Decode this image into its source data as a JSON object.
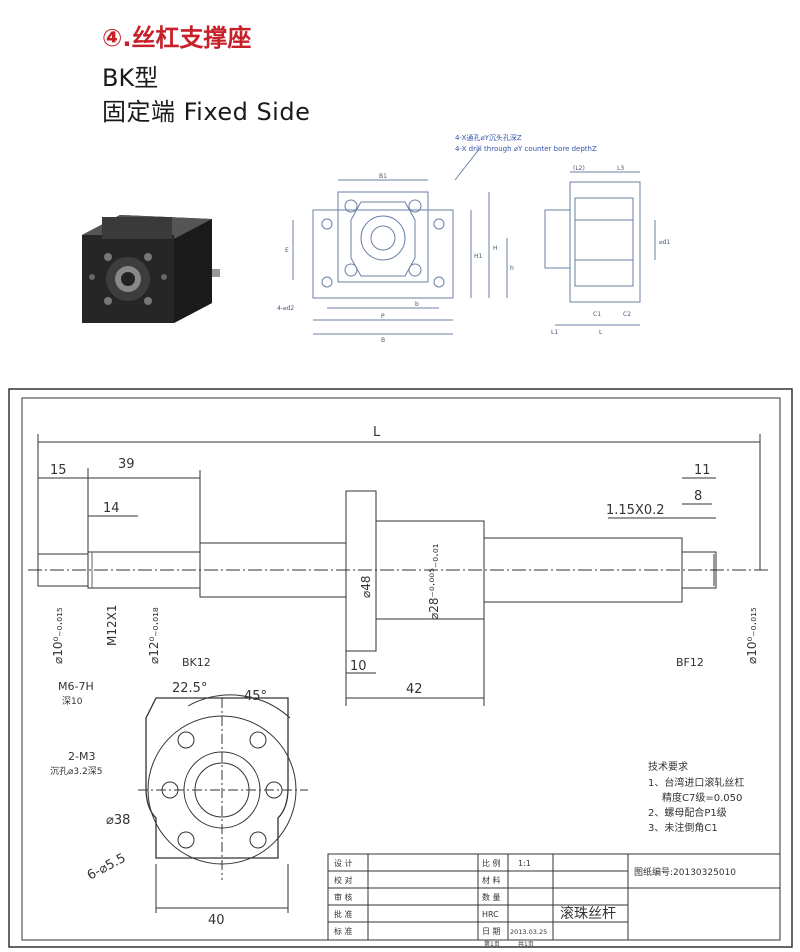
{
  "header": {
    "title": "④.丝杠支撑座",
    "model": "BK型",
    "side": "固定端 Fixed Side"
  },
  "blueprint": {
    "note_cn": "4-X通孔⌀Y沉头孔深Z",
    "note_en": "4-X drill through ⌀Y counter bore depthZ",
    "labels": {
      "b1": "B1",
      "p": "P",
      "b_small": "b",
      "b": "B",
      "e": "E",
      "h": "H",
      "h1": "H1",
      "h2": "h",
      "hole": "4-⌀d2",
      "l2": "(L2)",
      "l3": "L3",
      "d1": "⌀d1",
      "l1": "L1",
      "c1": "C1",
      "c2": "C2",
      "l": "L"
    }
  },
  "drawing": {
    "dims": {
      "L": "L",
      "d15": "15",
      "d39": "39",
      "d14": "14",
      "d11": "11",
      "d8": "8",
      "groove": "1.15X0.2",
      "d10_left": "⌀10⁰₋₀.₀₁₅",
      "m12": "M12X1",
      "d12": "⌀12⁰₋₀.₀₁₈",
      "bk12": "BK12",
      "d48": "⌀48",
      "d28": "⌀28⁻⁰·⁰⁰⁵₋₀.₀₁",
      "d10_mid": "10",
      "d42": "42",
      "bf12": "BF12",
      "d10_right": "⌀10⁰₋₀.₀₁₅"
    },
    "flange": {
      "m6": "M6-7H",
      "m6_depth": "深10",
      "a225": "22.5°",
      "a45": "45°",
      "m3": "2-M3",
      "m3_cb": "沉孔⌀3.2深5",
      "d38": "⌀38",
      "holes": "6-⌀5.5",
      "w40": "40"
    },
    "tech": {
      "title": "技术要求",
      "line1": "1、台湾进口滚轧丝杠",
      "line2": "精度C7级=0.050",
      "line3": "2、螺母配合P1级",
      "line4": "3、未注倒角C1"
    },
    "title_block": {
      "design": "设 计",
      "check": "校 对",
      "review": "审 核",
      "approve": "批 准",
      "std": "标 准",
      "scale_label": "比 例",
      "scale": "1:1",
      "material": "材 料",
      "qty": "数 量",
      "hrc": "HRC",
      "date_label": "日 期",
      "date": "2013.03.25",
      "sheet": "第1页",
      "sheets": "共1页",
      "part_name": "滚珠丝杆",
      "drawing_no": "图纸编号:20130325010"
    }
  }
}
